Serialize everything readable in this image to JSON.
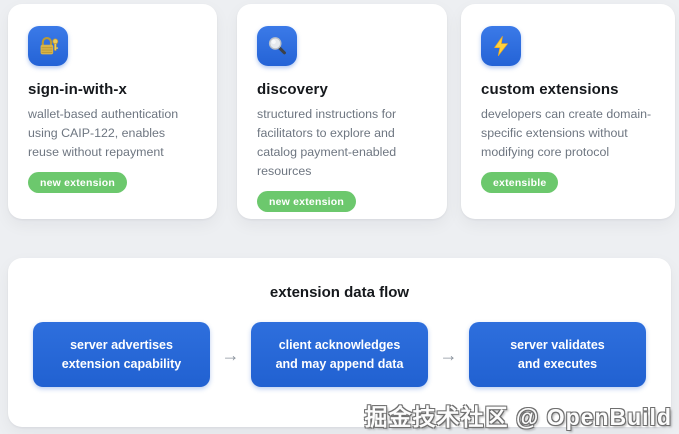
{
  "colors": {
    "page_bg": "#edeff2",
    "card_bg": "#ffffff",
    "icon_blue": "#2b6ce0",
    "flow_box_blue": "#2366d8",
    "badge_green": "#6cc86d",
    "text_primary": "#15181c",
    "text_secondary": "#6e7681",
    "arrow_gray": "#8b939d"
  },
  "cards": [
    {
      "icon": "lock-with-key-icon",
      "title": "sign-in-with-x",
      "description": "wallet-based authentication using CAIP-122, enables reuse without repayment",
      "badge": "new extension"
    },
    {
      "icon": "magnifier-icon",
      "title": "discovery",
      "description": "structured instructions for facilitators to explore and catalog payment-enabled resources",
      "badge": "new extension"
    },
    {
      "icon": "lightning-icon",
      "title": "custom extensions",
      "description": "developers can create domain-specific extensions without modifying core protocol",
      "badge": "extensible"
    }
  ],
  "flow": {
    "title": "extension data flow",
    "arrow": "→",
    "steps": [
      {
        "line1": "server advertises",
        "line2": "extension capability"
      },
      {
        "line1": "client acknowledges",
        "line2": "and may append data"
      },
      {
        "line1": "server validates",
        "line2": "and executes"
      }
    ]
  },
  "watermark": "掘金技术社区 @ OpenBuild"
}
